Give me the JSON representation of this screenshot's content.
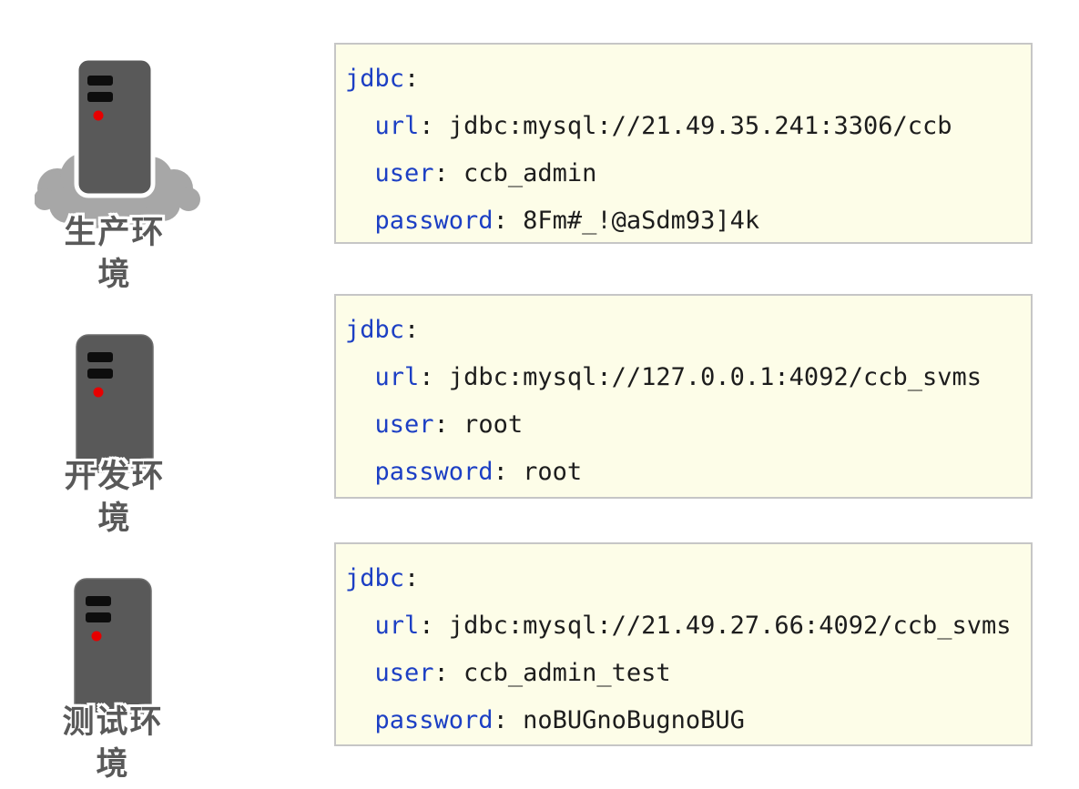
{
  "colors": {
    "code_background": "#fdfde8",
    "code_border": "#c6c6c6",
    "yaml_key_blue": "#1c3fc4",
    "yaml_value_black": "#1d1d1d",
    "server_body_gray": "#595959",
    "cloud_gray": "#a7a7a7",
    "label_gray": "#595959",
    "led_red": "#e60000",
    "slot_black": "#0d0d0d"
  },
  "environments": [
    {
      "name": "production",
      "label": "生产环\n境"
    },
    {
      "name": "development",
      "label": "开发环\n境"
    },
    {
      "name": "testing",
      "label": "测试环\n境"
    }
  ],
  "code_blocks": [
    {
      "name": "production-jdbc-config",
      "lines": [
        {
          "indent": "",
          "key": "jdbc",
          "rest": ":"
        },
        {
          "indent": "  ",
          "key": "url",
          "rest": ": jdbc:mysql://21.49.35.241:3306/ccb"
        },
        {
          "indent": "  ",
          "key": "user",
          "rest": ": ccb_admin"
        },
        {
          "indent": "  ",
          "key": "password",
          "rest": ": 8Fm#_!@aSdm93]4k"
        }
      ]
    },
    {
      "name": "development-jdbc-config",
      "lines": [
        {
          "indent": "",
          "key": "jdbc",
          "rest": ":"
        },
        {
          "indent": "  ",
          "key": "url",
          "rest": ": jdbc:mysql://127.0.0.1:4092/ccb_svms"
        },
        {
          "indent": "  ",
          "key": "user",
          "rest": ": root"
        },
        {
          "indent": "  ",
          "key": "password",
          "rest": ": root"
        }
      ]
    },
    {
      "name": "testing-jdbc-config",
      "lines": [
        {
          "indent": "",
          "key": "jdbc",
          "rest": ":"
        },
        {
          "indent": "  ",
          "key": "url",
          "rest": ": jdbc:mysql://21.49.27.66:4092/ccb_svms"
        },
        {
          "indent": "  ",
          "key": "user",
          "rest": ": ccb_admin_test"
        },
        {
          "indent": "  ",
          "key": "password",
          "rest": ": noBUGnoBugnoBUG"
        }
      ]
    }
  ]
}
